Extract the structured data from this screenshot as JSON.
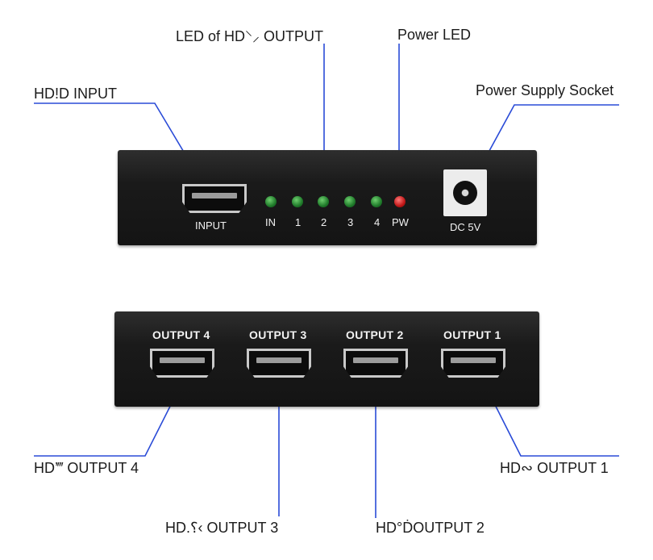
{
  "callouts": {
    "led_output": "LED of HD⸌⸝ OUTPUT",
    "power_led": "Power LED",
    "hdmi_input": "HD!D INPUT",
    "power_socket": "Power Supply Socket",
    "out4": "HD’‴ OUTPUT 4",
    "out1": "HD∾ OUTPUT 1",
    "out3": "HD.⸮‹ OUTPUT 3",
    "out2": "HD°ḊOUTPUT 2"
  },
  "front_panel": {
    "input_label": "INPUT",
    "led_labels": [
      "IN",
      "1",
      "2",
      "3",
      "4",
      "PW"
    ],
    "dc_label": "DC 5V"
  },
  "back_panel": {
    "output_labels": [
      "OUTPUT 4",
      "OUTPUT 3",
      "OUTPUT 2",
      "OUTPUT 1"
    ]
  },
  "colors": {
    "leader_line": "#2a4bd7",
    "panel": "#1a1a1a",
    "led_green": "#1f7a2a",
    "led_red": "#c01616"
  }
}
